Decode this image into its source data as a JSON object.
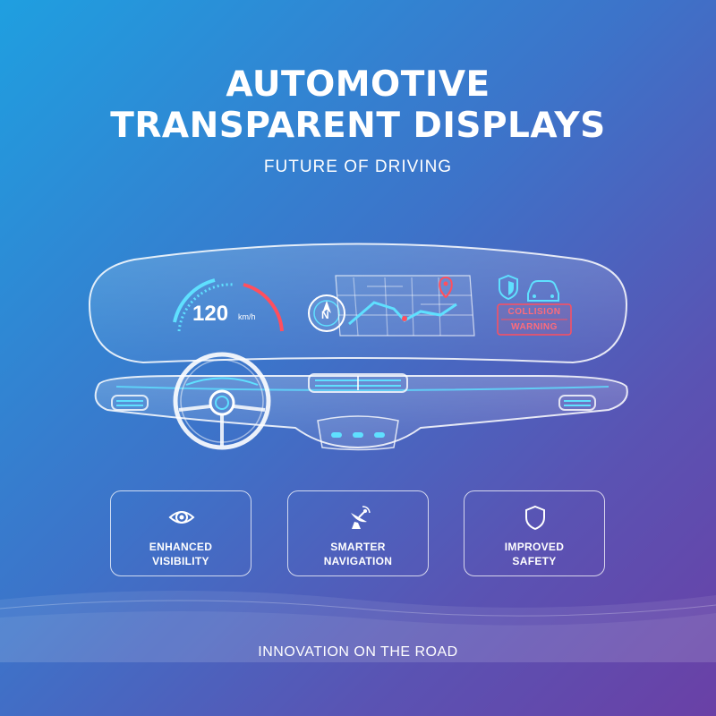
{
  "header": {
    "title_line1": "AUTOMOTIVE",
    "title_line2": "TRANSPARENT DISPLAYS",
    "subtitle": "FUTURE OF DRIVING"
  },
  "hud": {
    "speed_value": "120",
    "speed_unit": "km/h",
    "compass_letter": "N",
    "alert_line1": "COLLISION",
    "alert_line2": "WARNING"
  },
  "features": [
    {
      "icon": "eye-icon",
      "line1": "ENHANCED",
      "line2": "VISIBILITY"
    },
    {
      "icon": "satellite-dish-icon",
      "line1": "SMARTER",
      "line2": "NAVIGATION"
    },
    {
      "icon": "shield-icon",
      "line1": "IMPROVED",
      "line2": "SAFETY"
    }
  ],
  "footer": {
    "tagline": "INNOVATION ON THE ROAD"
  },
  "colors": {
    "accent_cyan": "#5fe0ff",
    "accent_red": "#ff4f5e",
    "background_start": "#1f9fe0",
    "background_end": "#6a40a6"
  }
}
